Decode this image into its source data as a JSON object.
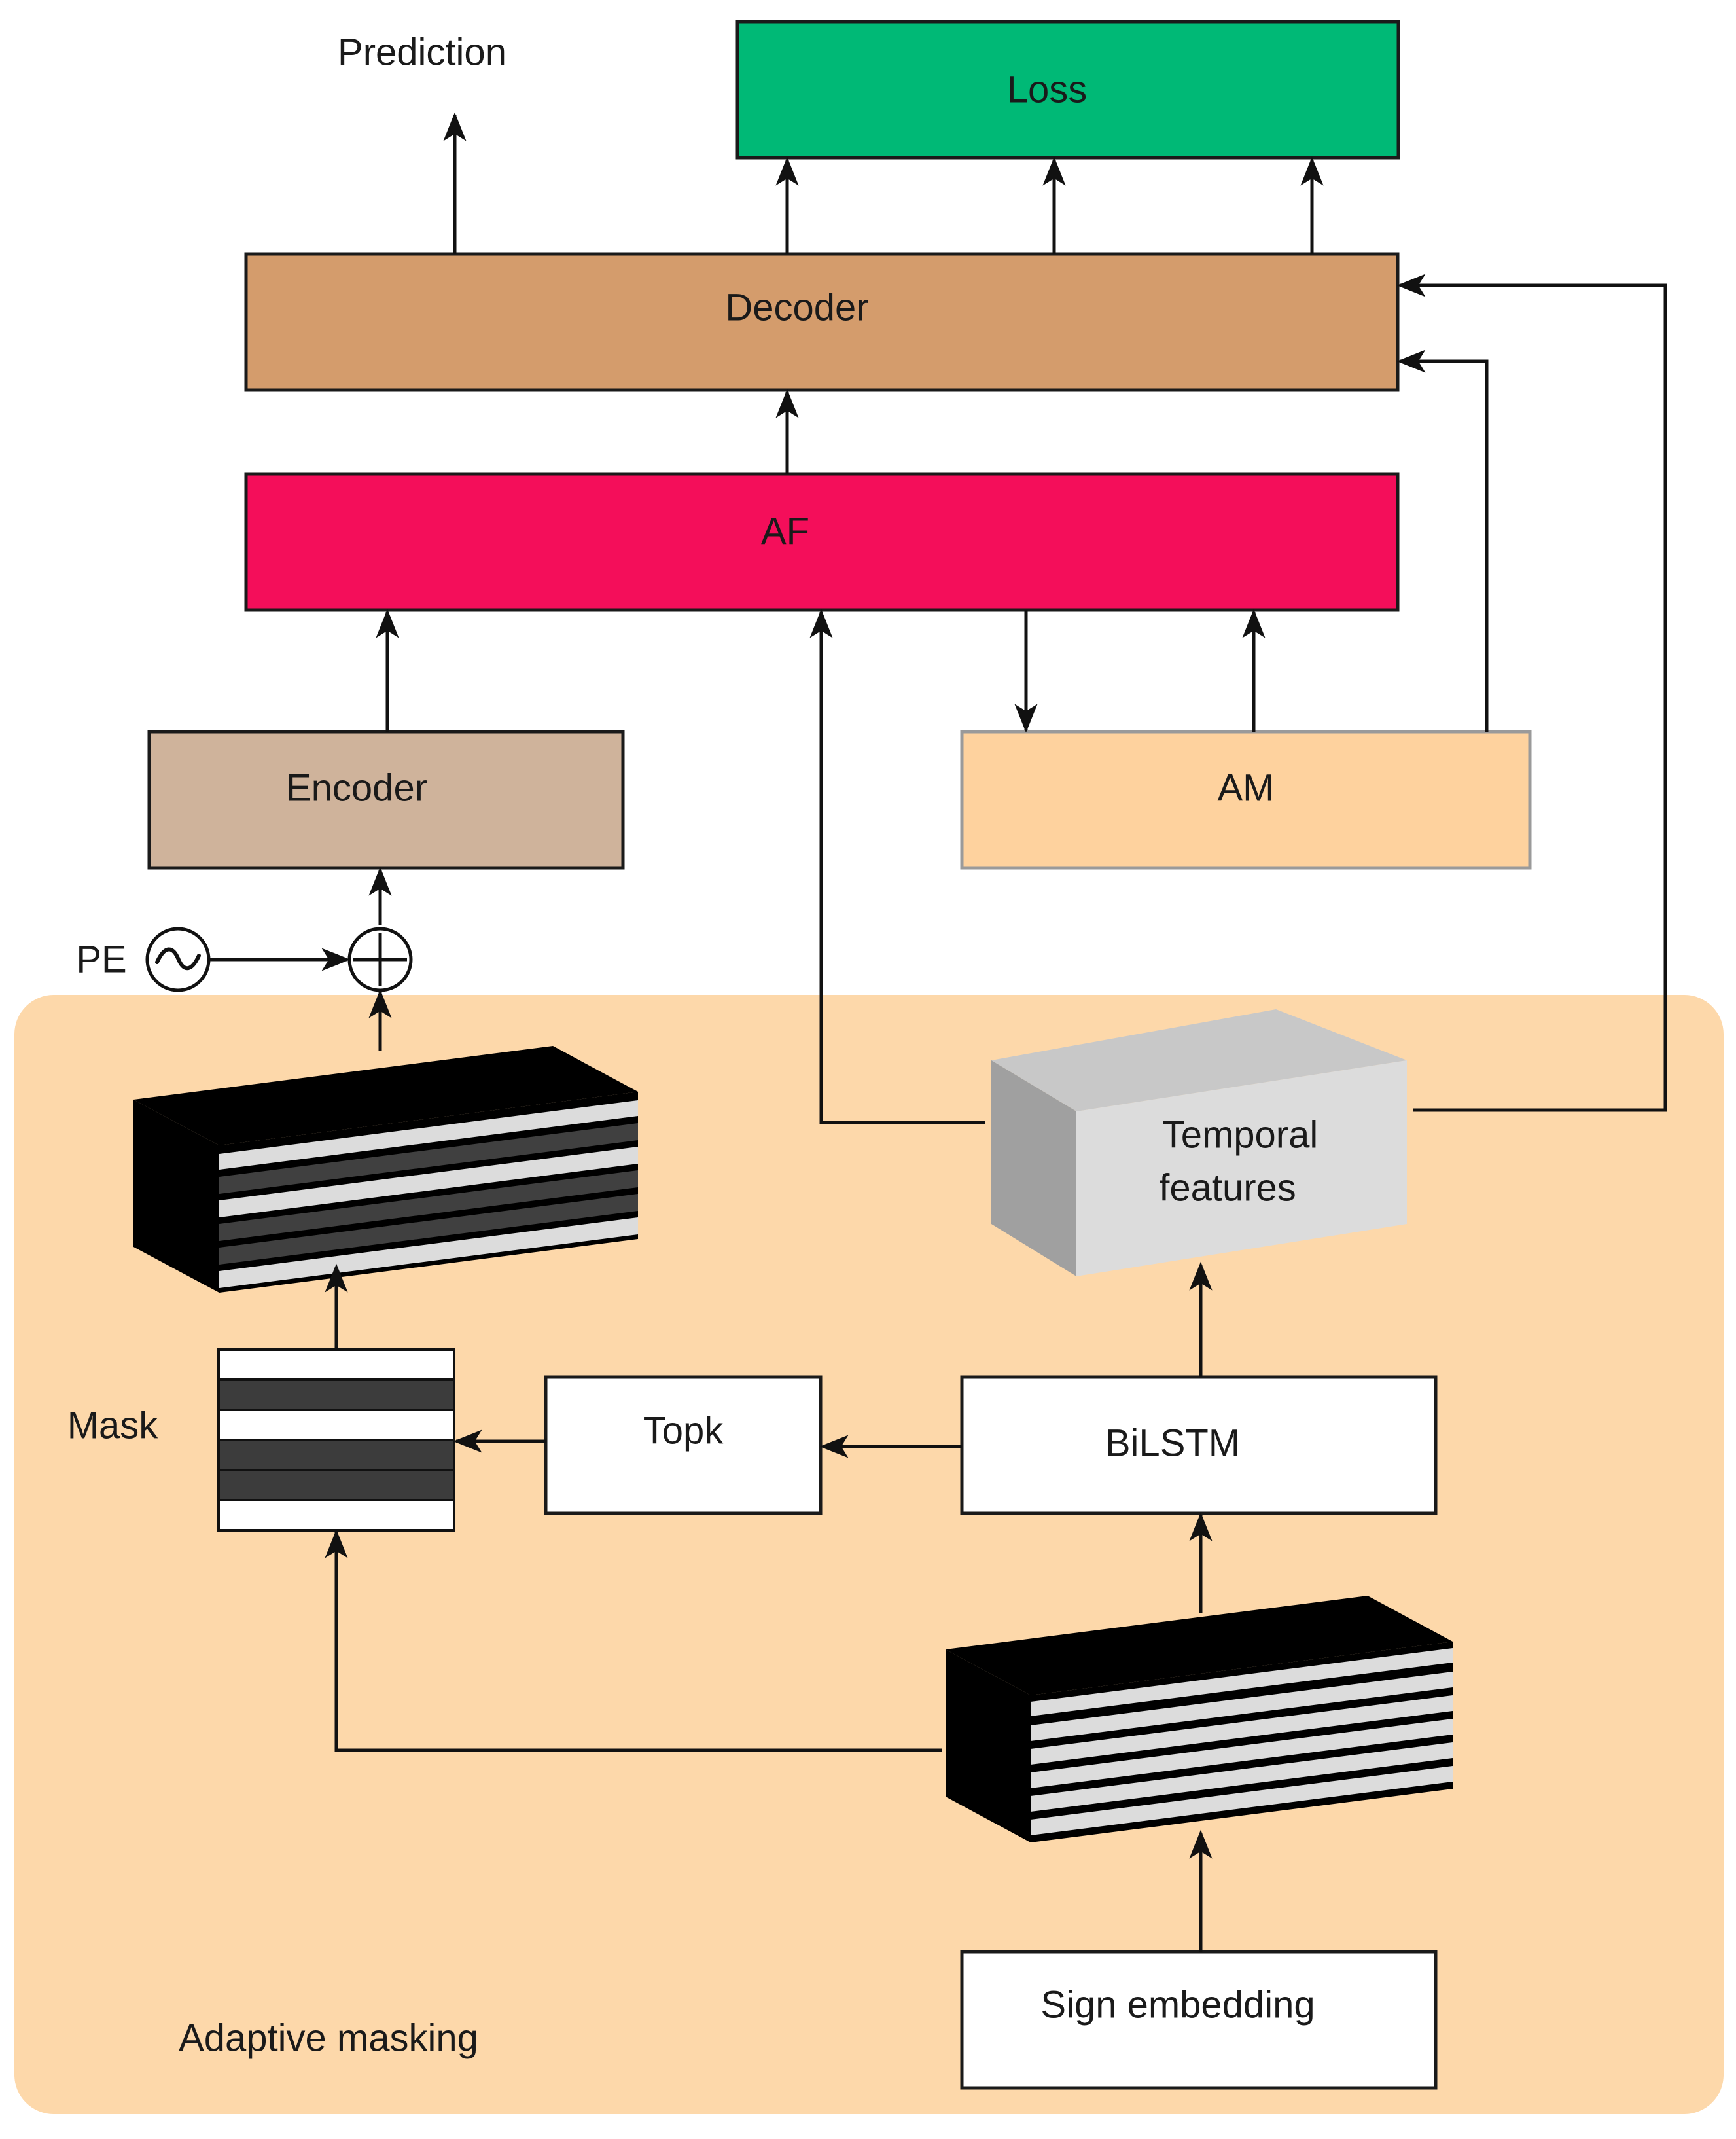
{
  "labels": {
    "prediction": "Prediction",
    "loss": "Loss",
    "decoder": "Decoder",
    "af": "AF",
    "encoder": "Encoder",
    "am": "AM",
    "pe": "PE",
    "temporal_line1": "Temporal",
    "temporal_line2": "features",
    "mask": "Mask",
    "topk": "Topk",
    "bilstm": "BiLSTM",
    "sign_embedding": "Sign embedding",
    "adaptive_masking": "Adaptive masking"
  },
  "colors": {
    "loss": "#00b976",
    "decoder": "#d49c6c",
    "af": "#f40e5a",
    "encoder": "#cfb39b",
    "am": "#fed29e",
    "adaptive_region": "#fdd8aa",
    "cube_front": "#dcdcdc",
    "cube_side": "#a0a0a0",
    "cube_top": "#c8c8c8"
  }
}
